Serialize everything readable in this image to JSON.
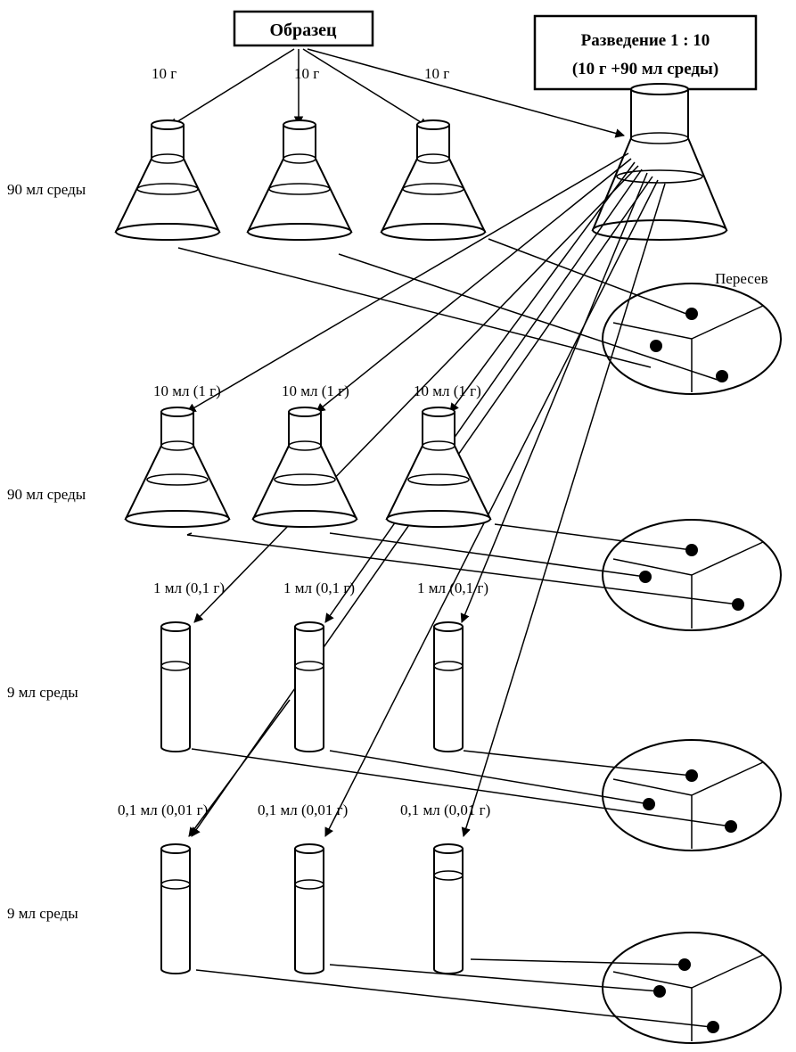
{
  "sample": {
    "label": "Образец"
  },
  "dilution": {
    "line1": "Разведение 1 : 10",
    "line2": "(10 г +90 мл среды)"
  },
  "reseed_label": "Пересев",
  "rows": [
    {
      "side_label": "90 мл среды",
      "portion_labels": [
        "10 г",
        "10 г",
        "10 г"
      ]
    },
    {
      "side_label": "90 мл среды",
      "portion_labels": [
        "10 мл (1 г)",
        "10 мл (1 г)",
        "10 мл (1 г)"
      ]
    },
    {
      "side_label": "9 мл среды",
      "portion_labels": [
        "1 мл (0,1 г)",
        "1 мл (0,1 г)",
        "1 мл (0,1 г)"
      ]
    },
    {
      "side_label": "9 мл среды",
      "portion_labels": [
        "0,1 мл (0,01 г)",
        "0,1 мл (0,01 г)",
        "0,1 мл (0,01 г)"
      ]
    }
  ],
  "colors": {
    "stroke": "#000000",
    "background": "#ffffff"
  }
}
